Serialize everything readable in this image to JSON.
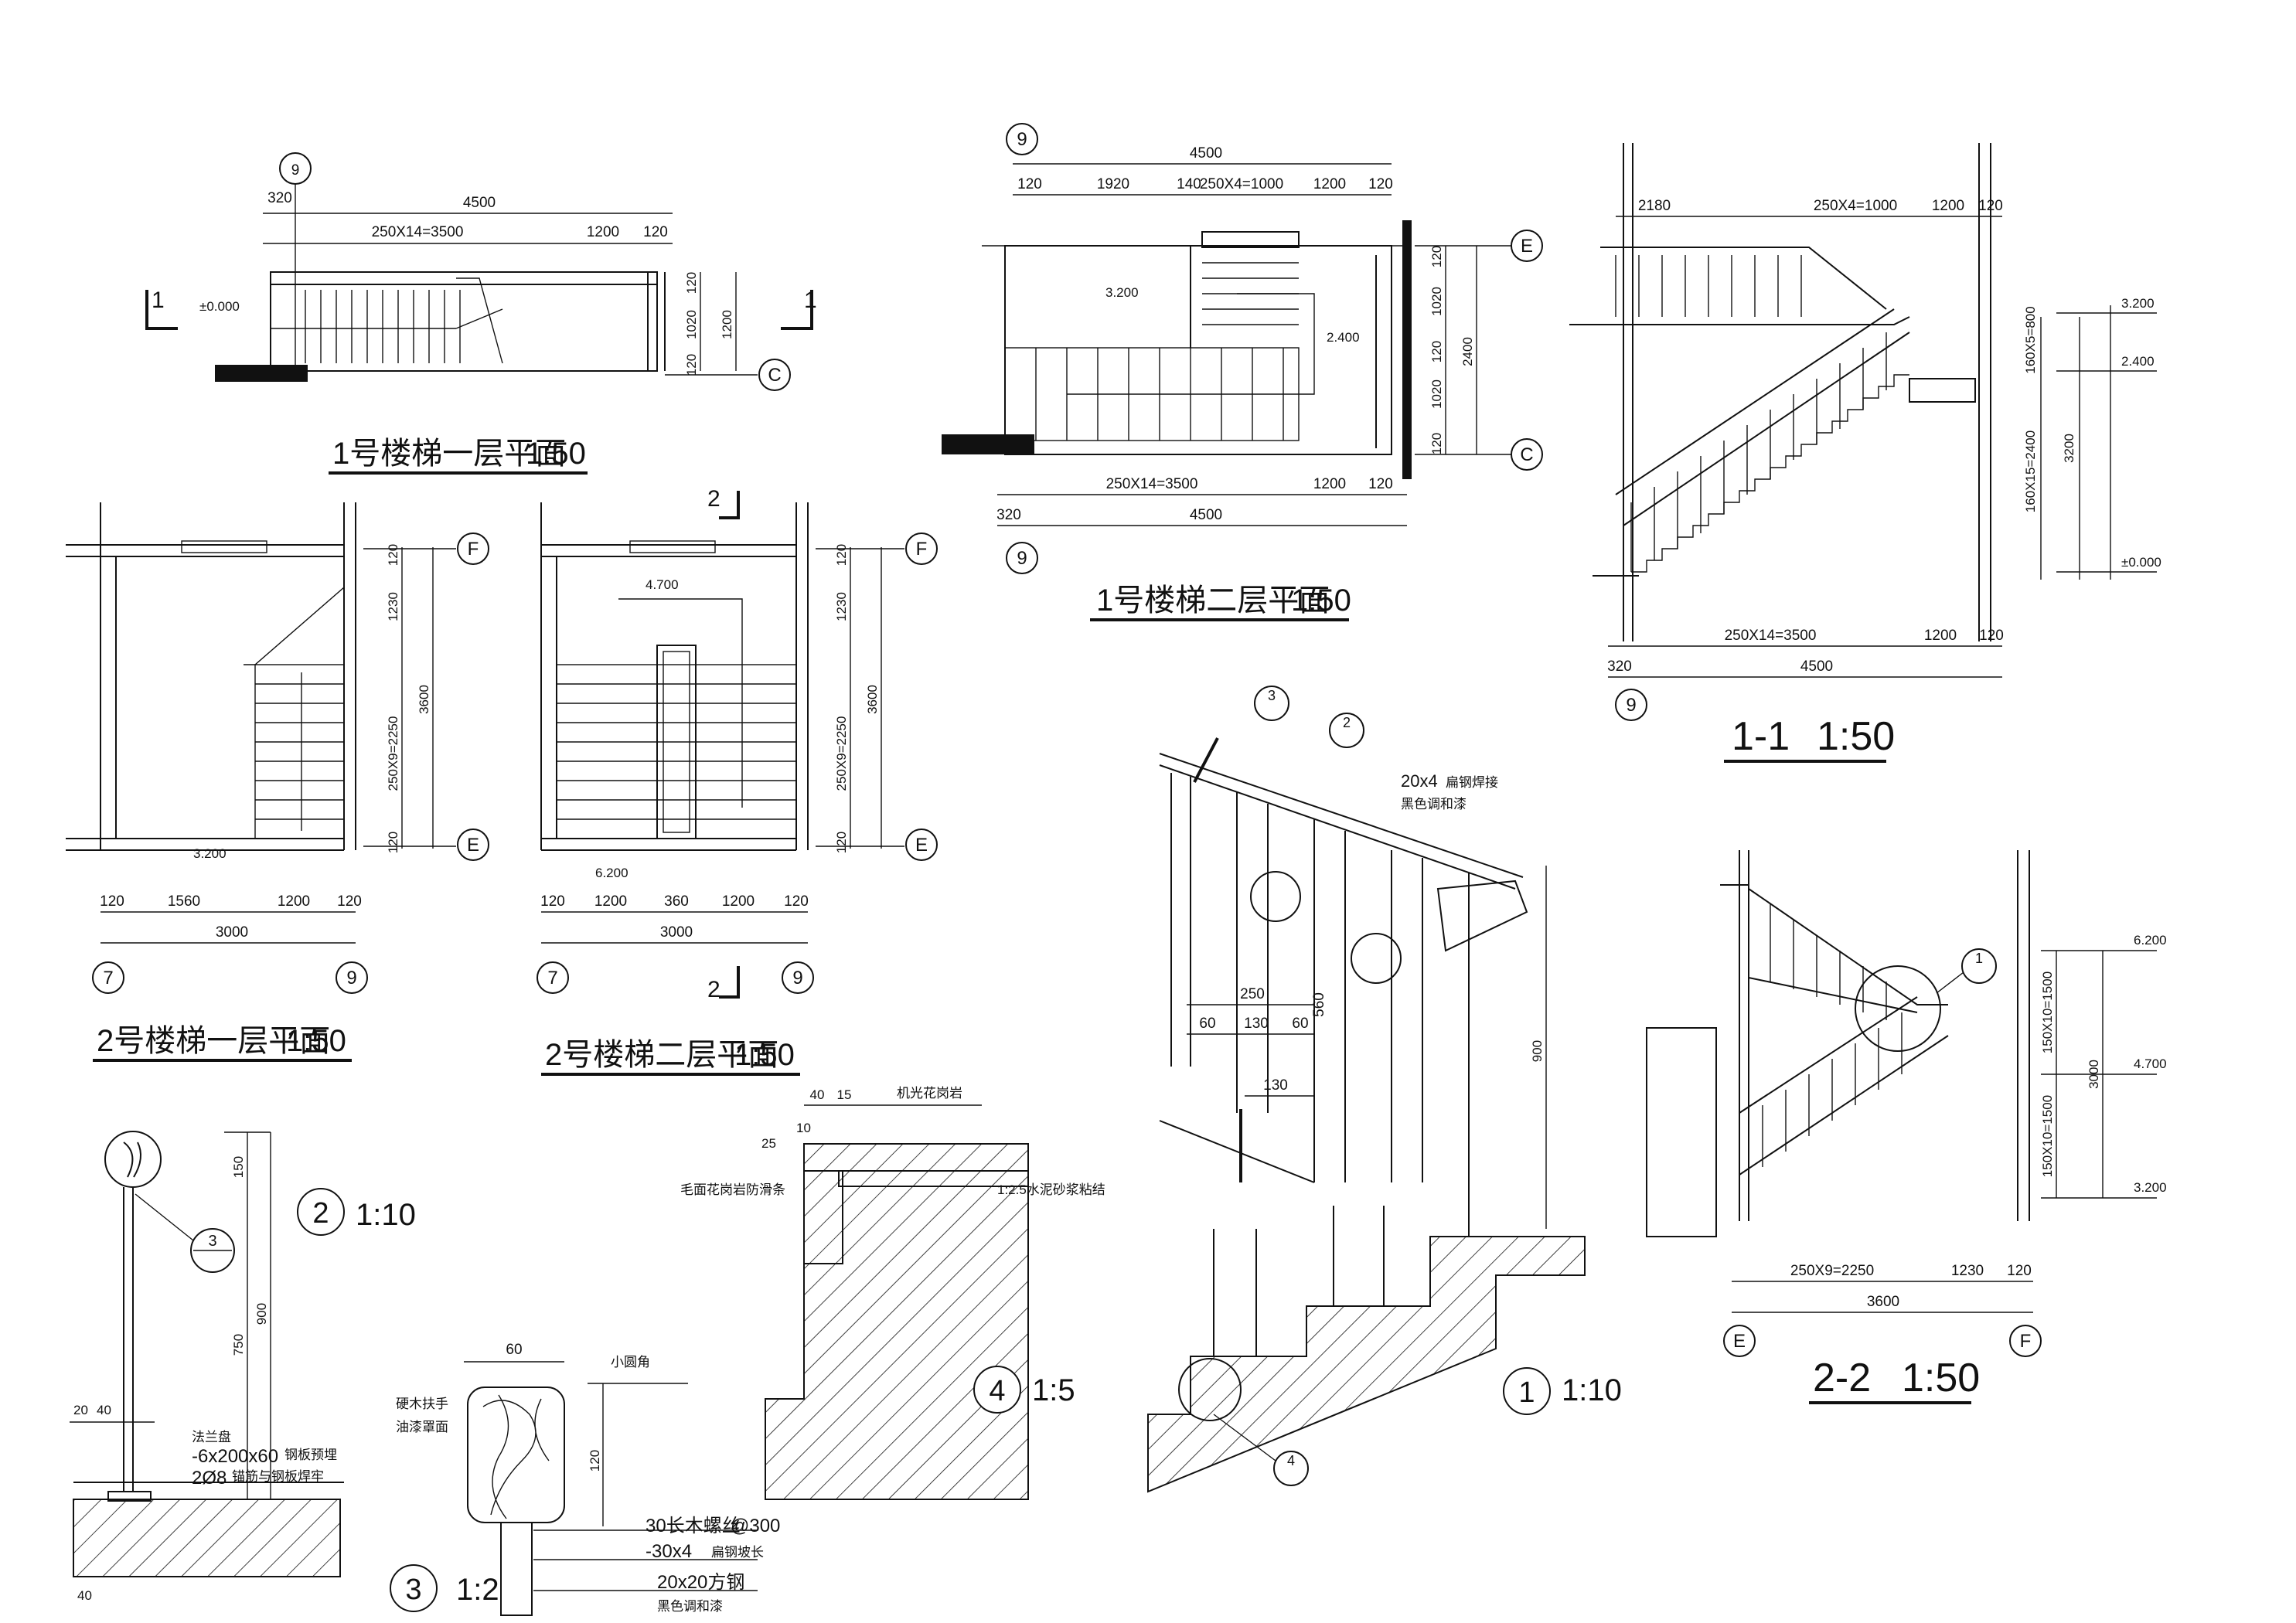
{
  "drawings": {
    "d1": {
      "title": "1号楼梯一层平面",
      "scale": "1:50",
      "axis_top": "9",
      "axis_right": "C",
      "dims_top": [
        "320",
        "4500",
        "250X14=3500",
        "1200",
        "120"
      ],
      "dims_right": [
        "120",
        "1020",
        "1200",
        "120"
      ],
      "level": "±0.000",
      "section_mark": "1"
    },
    "d2": {
      "title": "1号楼梯二层平面",
      "scale": "1:50",
      "axis_top": "9",
      "axis_bottom": "9",
      "axis_right_top": "E",
      "axis_right_bottom": "C",
      "dims_top": [
        "4500",
        "120",
        "1920",
        "140",
        "250X4=1000",
        "1200",
        "120"
      ],
      "dims_bottom": [
        "250X14=3500",
        "1200",
        "120",
        "320",
        "4500"
      ],
      "dims_right": [
        "120",
        "1020",
        "120",
        "1020",
        "120",
        "2400"
      ],
      "levels": [
        "3.200",
        "2.400"
      ]
    },
    "d3": {
      "title": "1-1",
      "scale": "1:50",
      "axis_bottom": "9",
      "dims_top": [
        "2180",
        "250X4=1000",
        "1200",
        "120"
      ],
      "dims_bottom": [
        "250X14=3500",
        "1200",
        "120",
        "320",
        "4500"
      ],
      "dims_right": [
        "160X5=800",
        "160X15=2400",
        "3200"
      ],
      "levels": [
        "3.200",
        "2.400",
        "±0.000"
      ]
    },
    "d4": {
      "title": "2号楼梯一层平面",
      "scale": "1:50",
      "axis_left": "7",
      "axis_right": "9",
      "axis_top": "F",
      "axis_bottom": "E",
      "dims_bottom": [
        "120",
        "1560",
        "1200",
        "120",
        "3000"
      ],
      "dims_right": [
        "120",
        "1230",
        "250X9=2250",
        "3600",
        "120"
      ],
      "level": "3.200"
    },
    "d5": {
      "title": "2号楼梯二层平面",
      "scale": "1:50",
      "axis_left": "7",
      "axis_right": "9",
      "axis_top": "F",
      "axis_bottom": "E",
      "dims_bottom": [
        "120",
        "1200",
        "360",
        "1200",
        "120",
        "3000"
      ],
      "dims_right": [
        "120",
        "1230",
        "250X9=2250",
        "3600",
        "120"
      ],
      "levels": [
        "4.700",
        "6.200"
      ],
      "section_mark": "2"
    },
    "d6": {
      "number": "2",
      "scale": "1:10",
      "ref": "3",
      "dims": [
        "150",
        "900",
        "750",
        "20",
        "40",
        "40"
      ],
      "notes": [
        "法兰盘",
        "-6x200x60",
        "钢板预埋",
        "2Ø8",
        "锚筋与钢板焊牢"
      ]
    },
    "d7": {
      "number": "3",
      "scale": "1:2",
      "dims": [
        "60",
        "120"
      ],
      "notes": [
        "小圆角",
        "硬木扶手",
        "油漆罩面",
        "30长木螺丝",
        "@300",
        "-30x4",
        "扁钢坡长",
        "20x20方钢",
        "黑色调和漆"
      ]
    },
    "d8": {
      "number": "4",
      "scale": "1:5",
      "dims": [
        "40",
        "15",
        "25",
        "10"
      ],
      "notes": [
        "机光花岗岩",
        "毛面花岗岩防滑条",
        "1:2.5水泥砂浆粘结"
      ]
    },
    "d9": {
      "number": "1",
      "scale": "1:10",
      "refs": [
        "3",
        "2",
        "4"
      ],
      "dims": [
        "250",
        "60",
        "130",
        "60",
        "560",
        "130",
        "900"
      ],
      "notes": [
        "20x4",
        "扁钢焊接",
        "黑色调和漆"
      ]
    },
    "d10": {
      "title": "2-2",
      "scale": "1:50",
      "axis_left": "E",
      "axis_right": "F",
      "ref": "1",
      "dims_bottom": [
        "250X9=2250",
        "1230",
        "120",
        "3600"
      ],
      "dims_right": [
        "150X10=1500",
        "150X10=1500",
        "3000"
      ],
      "levels": [
        "6.200",
        "4.700",
        "3.200"
      ]
    }
  }
}
